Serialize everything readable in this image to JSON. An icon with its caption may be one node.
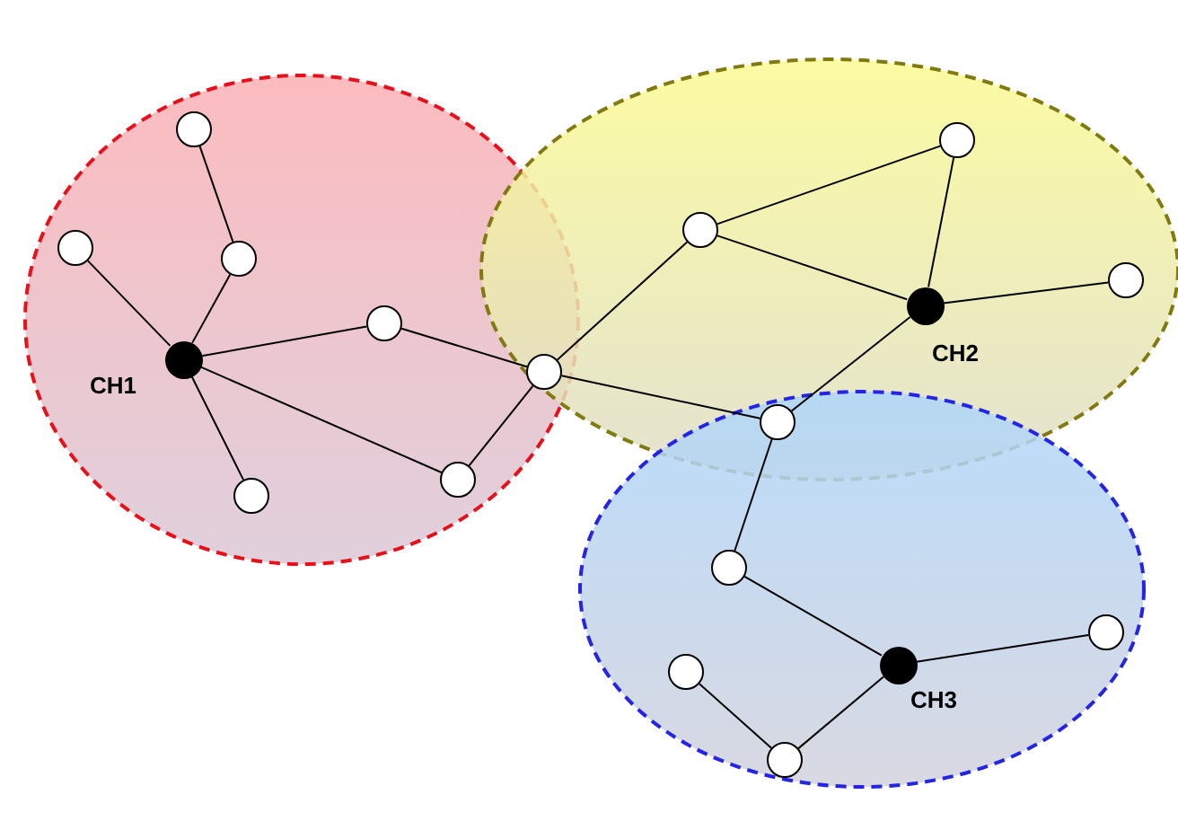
{
  "diagram": {
    "nodes": [
      {
        "text": [],
        "shape": "ellipse"
      },
      {
        "text": [],
        "shape": "ellipse"
      },
      {
        "text": [],
        "shape": "ellipse"
      },
      {
        "text": [],
        "shape": "circle",
        "in": 0
      },
      {
        "text": [],
        "shape": "circle",
        "in": 0
      },
      {
        "text": [],
        "shape": "circle",
        "in": 0
      },
      {
        "text": [],
        "shape": "dot",
        "in": 0,
        "beside": [
          "CH1"
        ]
      },
      {
        "text": [],
        "shape": "circle",
        "in": 0
      },
      {
        "text": [],
        "shape": "circle",
        "in": 0
      },
      {
        "text": [],
        "shape": "circle",
        "in": 0
      },
      {
        "text": [],
        "shape": "circle"
      },
      {
        "text": [],
        "shape": "circle",
        "in": 1
      },
      {
        "text": [],
        "shape": "circle",
        "in": 1
      },
      {
        "text": [],
        "shape": "dot",
        "in": 1,
        "beside": [
          "CH2"
        ]
      },
      {
        "text": [],
        "shape": "circle",
        "in": 1
      },
      {
        "text": [],
        "shape": "circle"
      },
      {
        "text": [],
        "shape": "circle",
        "in": 2
      },
      {
        "text": [],
        "shape": "dot",
        "in": 2,
        "beside": [
          "CH3"
        ]
      },
      {
        "text": [],
        "shape": "circle",
        "in": 2
      },
      {
        "text": [],
        "shape": "circle",
        "in": 2
      },
      {
        "text": [],
        "shape": "circle",
        "in": 2
      }
    ],
    "edges": [
      {
        "from": 3,
        "to": 5,
        "arrow": "none"
      },
      {
        "from": 4,
        "to": 6,
        "arrow": "none"
      },
      {
        "from": 5,
        "to": 6,
        "arrow": "none"
      },
      {
        "from": 6,
        "to": 7,
        "arrow": "none"
      },
      {
        "from": 6,
        "to": 8,
        "arrow": "none"
      },
      {
        "from": 6,
        "to": 9,
        "arrow": "none"
      },
      {
        "from": 7,
        "to": 10,
        "arrow": "none"
      },
      {
        "from": 9,
        "to": 10,
        "arrow": "none"
      },
      {
        "from": 10,
        "to": 11,
        "arrow": "none"
      },
      {
        "from": 10,
        "to": 15,
        "arrow": "none"
      },
      {
        "from": 11,
        "to": 12,
        "arrow": "none"
      },
      {
        "from": 11,
        "to": 13,
        "arrow": "none"
      },
      {
        "from": 12,
        "to": 13,
        "arrow": "none"
      },
      {
        "from": 13,
        "to": 14,
        "arrow": "none"
      },
      {
        "from": 13,
        "to": 15,
        "arrow": "none"
      },
      {
        "from": 15,
        "to": 16,
        "arrow": "none"
      },
      {
        "from": 16,
        "to": 17,
        "arrow": "none"
      },
      {
        "from": 17,
        "to": 18,
        "arrow": "none"
      },
      {
        "from": 19,
        "to": 20,
        "arrow": "none"
      },
      {
        "from": 20,
        "to": 17,
        "arrow": "none"
      }
    ]
  }
}
